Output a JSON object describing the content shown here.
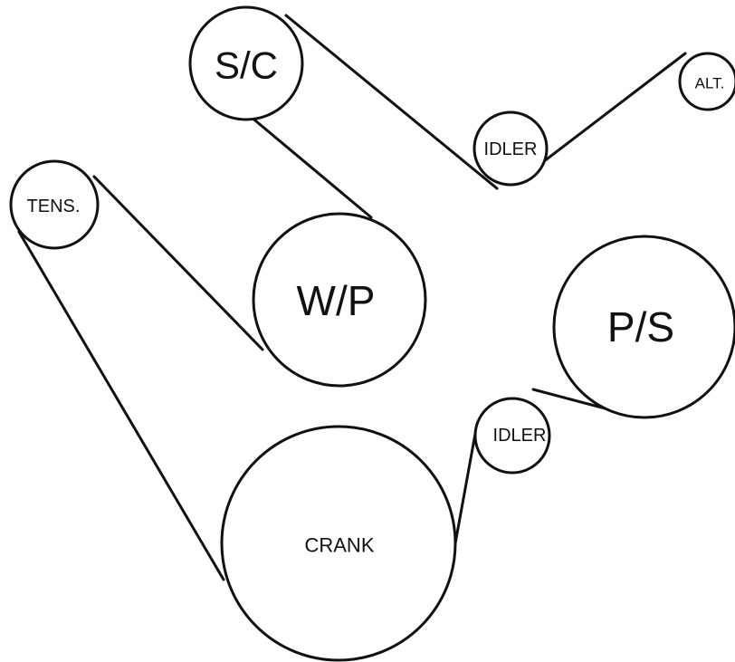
{
  "diagram": {
    "pulleys": {
      "supercharger": "S/C",
      "idler_top": "IDLER",
      "alternator": "ALT.",
      "tensioner": "TENS.",
      "water_pump": "W/P",
      "power_steering": "P/S",
      "idler_bottom": "IDLER",
      "crankshaft": "CRANK"
    }
  }
}
